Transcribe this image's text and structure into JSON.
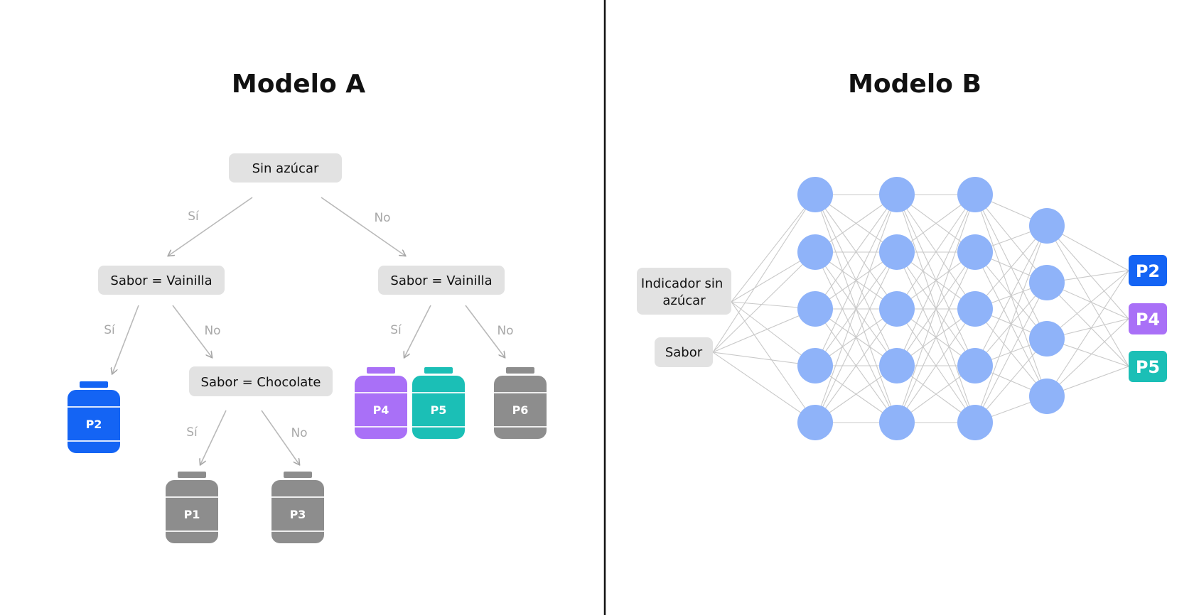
{
  "model_a": {
    "title": "Modelo A",
    "root": "Sin azúcar",
    "left_node": "Sabor = Vainilla",
    "right_node": "Sabor = Vainilla",
    "choc_node": "Sabor = Chocolate",
    "edge_yes": "Sí",
    "edge_no": "No",
    "products": [
      {
        "label": "P2",
        "color": "#1464f4"
      },
      {
        "label": "P1",
        "color": "#8d8d8d"
      },
      {
        "label": "P3",
        "color": "#8d8d8d"
      },
      {
        "label": "P4",
        "color": "#a970f7"
      },
      {
        "label": "P5",
        "color": "#1bbfb6"
      },
      {
        "label": "P6",
        "color": "#8d8d8d"
      }
    ]
  },
  "model_b": {
    "title": "Modelo B",
    "inputs": [
      "Indicador sin azúcar",
      "Sabor"
    ],
    "layers": [
      5,
      5,
      5,
      4
    ],
    "neuron_color": "#8fb3f9",
    "outputs": [
      {
        "label": "P2",
        "color": "#1464f4"
      },
      {
        "label": "P4",
        "color": "#a970f7"
      },
      {
        "label": "P5",
        "color": "#1bbfb6"
      }
    ]
  },
  "colors": {
    "node_bg": "#e2e2e2",
    "edge": "#b9b9b9",
    "divider": "#111111"
  }
}
